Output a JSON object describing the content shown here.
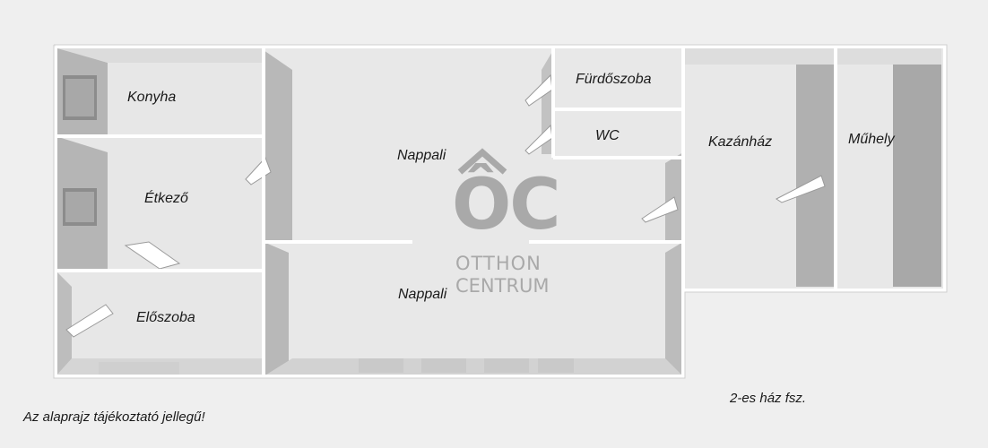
{
  "rooms": {
    "konyha": "Konyha",
    "etkezo": "Étkező",
    "eloszoba": "Előszoba",
    "nappali_upper": "Nappali",
    "nappali_lower": "Nappali",
    "furdoszoba": "Fürdőszoba",
    "wc": "WC",
    "kazanhaz": "Kazánház",
    "muhely": "Műhely"
  },
  "logo": {
    "monogram": "ÔC",
    "line1": "OTTHON",
    "line2": "CENTRUM",
    "color": "#a9a9a9"
  },
  "notes": {
    "disclaimer": "Az alaprajz tájékoztató jellegű!",
    "building": "2-es ház fsz."
  },
  "colors": {
    "background": "#efefef",
    "floor": "#e6e6e6",
    "wall_shadow": "#b4b4b4",
    "wall": "#ffffff"
  }
}
